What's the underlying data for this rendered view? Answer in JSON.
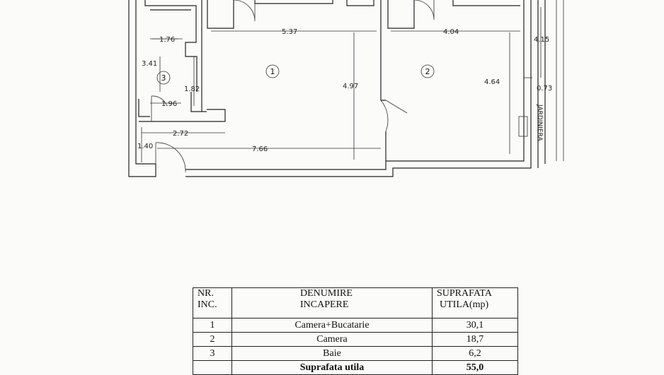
{
  "plan": {
    "dimensions": {
      "d1": "1.76",
      "d2": "5.37",
      "d3": "4.04",
      "d4": "4.15",
      "d5": "3.41",
      "d6": "1.82",
      "d7": "4.97",
      "d8": "4.64",
      "d9": "0.73",
      "d10": "1.96",
      "d11": "2.72",
      "d12": "1.40",
      "d13": "7.66"
    },
    "room_numbers": [
      "1",
      "2",
      "3"
    ],
    "balcony_label": "JARDINIERA"
  },
  "table": {
    "headers": {
      "nr_line1": "NR.",
      "nr_line2": "INC.",
      "name_line1": "DENUMIRE",
      "name_line2": "INCAPERE",
      "area_line1": "SUPRAFATA",
      "area_line2": "UTILA(mp)"
    },
    "rows": [
      {
        "nr": "1",
        "name": "Camera+Bucatarie",
        "area": "30,1"
      },
      {
        "nr": "2",
        "name": "Camera",
        "area": "18,7"
      },
      {
        "nr": "3",
        "name": "Baie",
        "area": "6,2"
      }
    ],
    "total": {
      "label": "Suprafata utila",
      "area": "55,0"
    }
  }
}
